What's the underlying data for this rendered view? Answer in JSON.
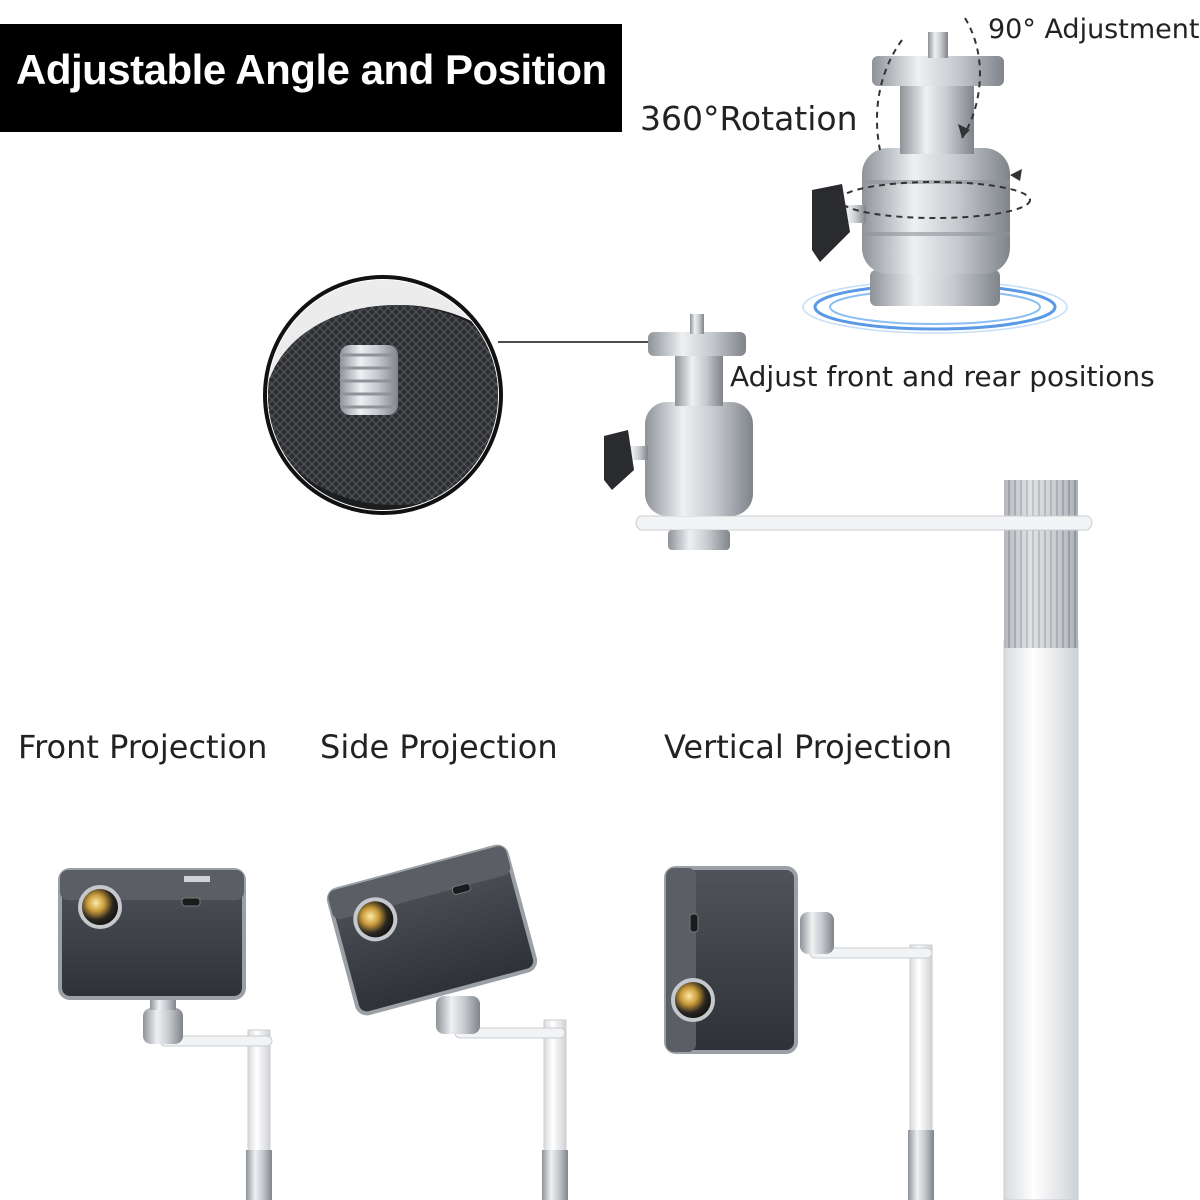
{
  "title": "Adjustable Angle and Position",
  "callouts": {
    "rotation": "360°Rotation",
    "adjustment": "90° Adjustment",
    "front_rear": "Adjust front and rear positions"
  },
  "modes": [
    {
      "label": "Front Projection"
    },
    {
      "label": "Side Projection"
    },
    {
      "label": "Vertical Projection"
    }
  ],
  "colors": {
    "banner": "#000000",
    "pole": "#eef0f2",
    "metal": "#c8cbcf",
    "projector_body": "#3d4045",
    "projector_trim": "#9aa0a6",
    "rotation_ring": "#2f7fe0"
  }
}
